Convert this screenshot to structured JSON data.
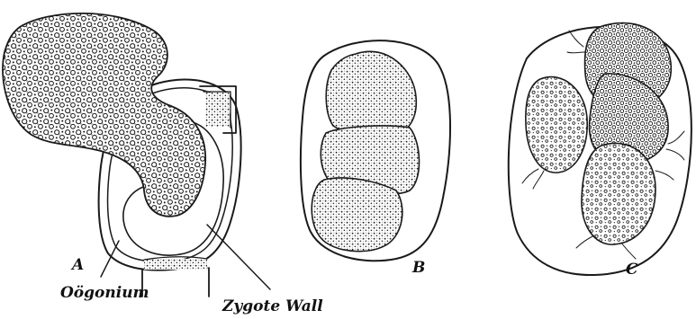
{
  "figure": {
    "panel_labels": {
      "a": "A",
      "b": "B",
      "c": "C"
    },
    "callouts": {
      "oogonium": "Oögonium",
      "zygote_wall": "Zygote Wall"
    }
  }
}
